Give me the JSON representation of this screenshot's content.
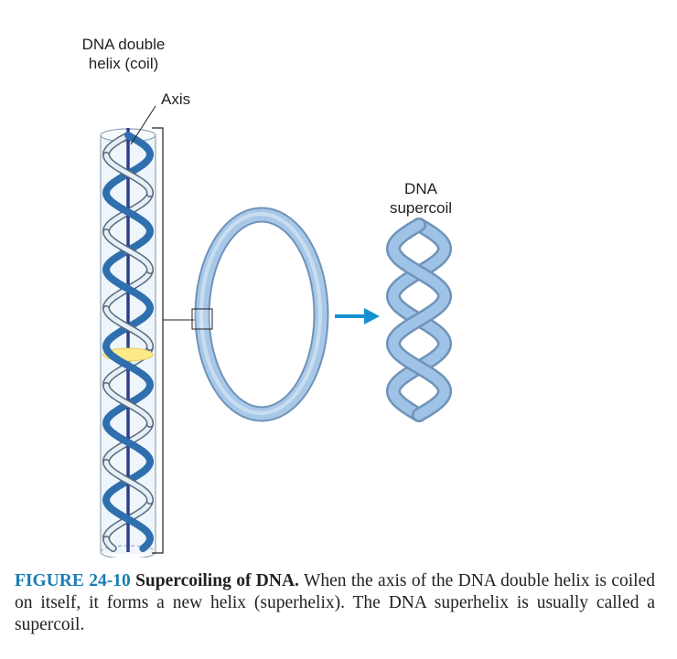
{
  "labels": {
    "helix_line1": "DNA double",
    "helix_line2": "helix (coil)",
    "axis": "Axis",
    "supercoil_line1": "DNA",
    "supercoil_line2": "supercoil"
  },
  "caption": {
    "figure_number": "FIGURE 24-10",
    "title": "Supercoiling of DNA.",
    "body": "When the axis of the DNA double helix is coiled on itself, it forms a new helix (superhelix). The DNA superhelix is usually called a supercoil."
  },
  "colors": {
    "strand_dark": "#2f6fae",
    "strand_light": "#e6eef6",
    "axis": "#2e3f8f",
    "tube": "#9fc3e6",
    "arrow": "#1591d0",
    "highlight": "#fbe98a"
  }
}
